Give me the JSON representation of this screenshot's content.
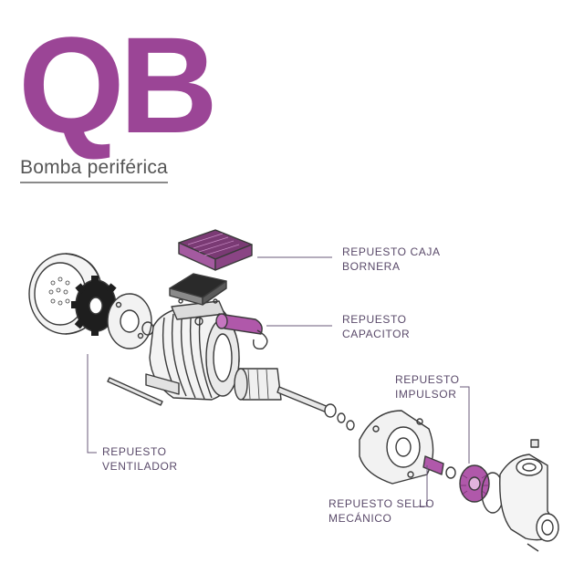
{
  "brand": {
    "logo_text": "QB",
    "subtitle": "Bomba periférica",
    "accent_color": "#9b4596"
  },
  "callouts": {
    "caja_bornera": {
      "line1": "REPUESTO CAJA",
      "line2": "BORNERA"
    },
    "capacitor": {
      "line1": "REPUESTO",
      "line2": "CAPACITOR"
    },
    "impulsor": {
      "line1": "REPUESTO",
      "line2": "IMPULSOR"
    },
    "ventilador": {
      "line1": "REPUESTO",
      "line2": "VENTILADOR"
    },
    "sello": {
      "line1": "REPUESTO SELLO",
      "line2": "MECÁNICO"
    }
  },
  "colors": {
    "highlight": "#9b4596",
    "line_art": "#3a3a3a",
    "leader": "#6a5a7a"
  }
}
